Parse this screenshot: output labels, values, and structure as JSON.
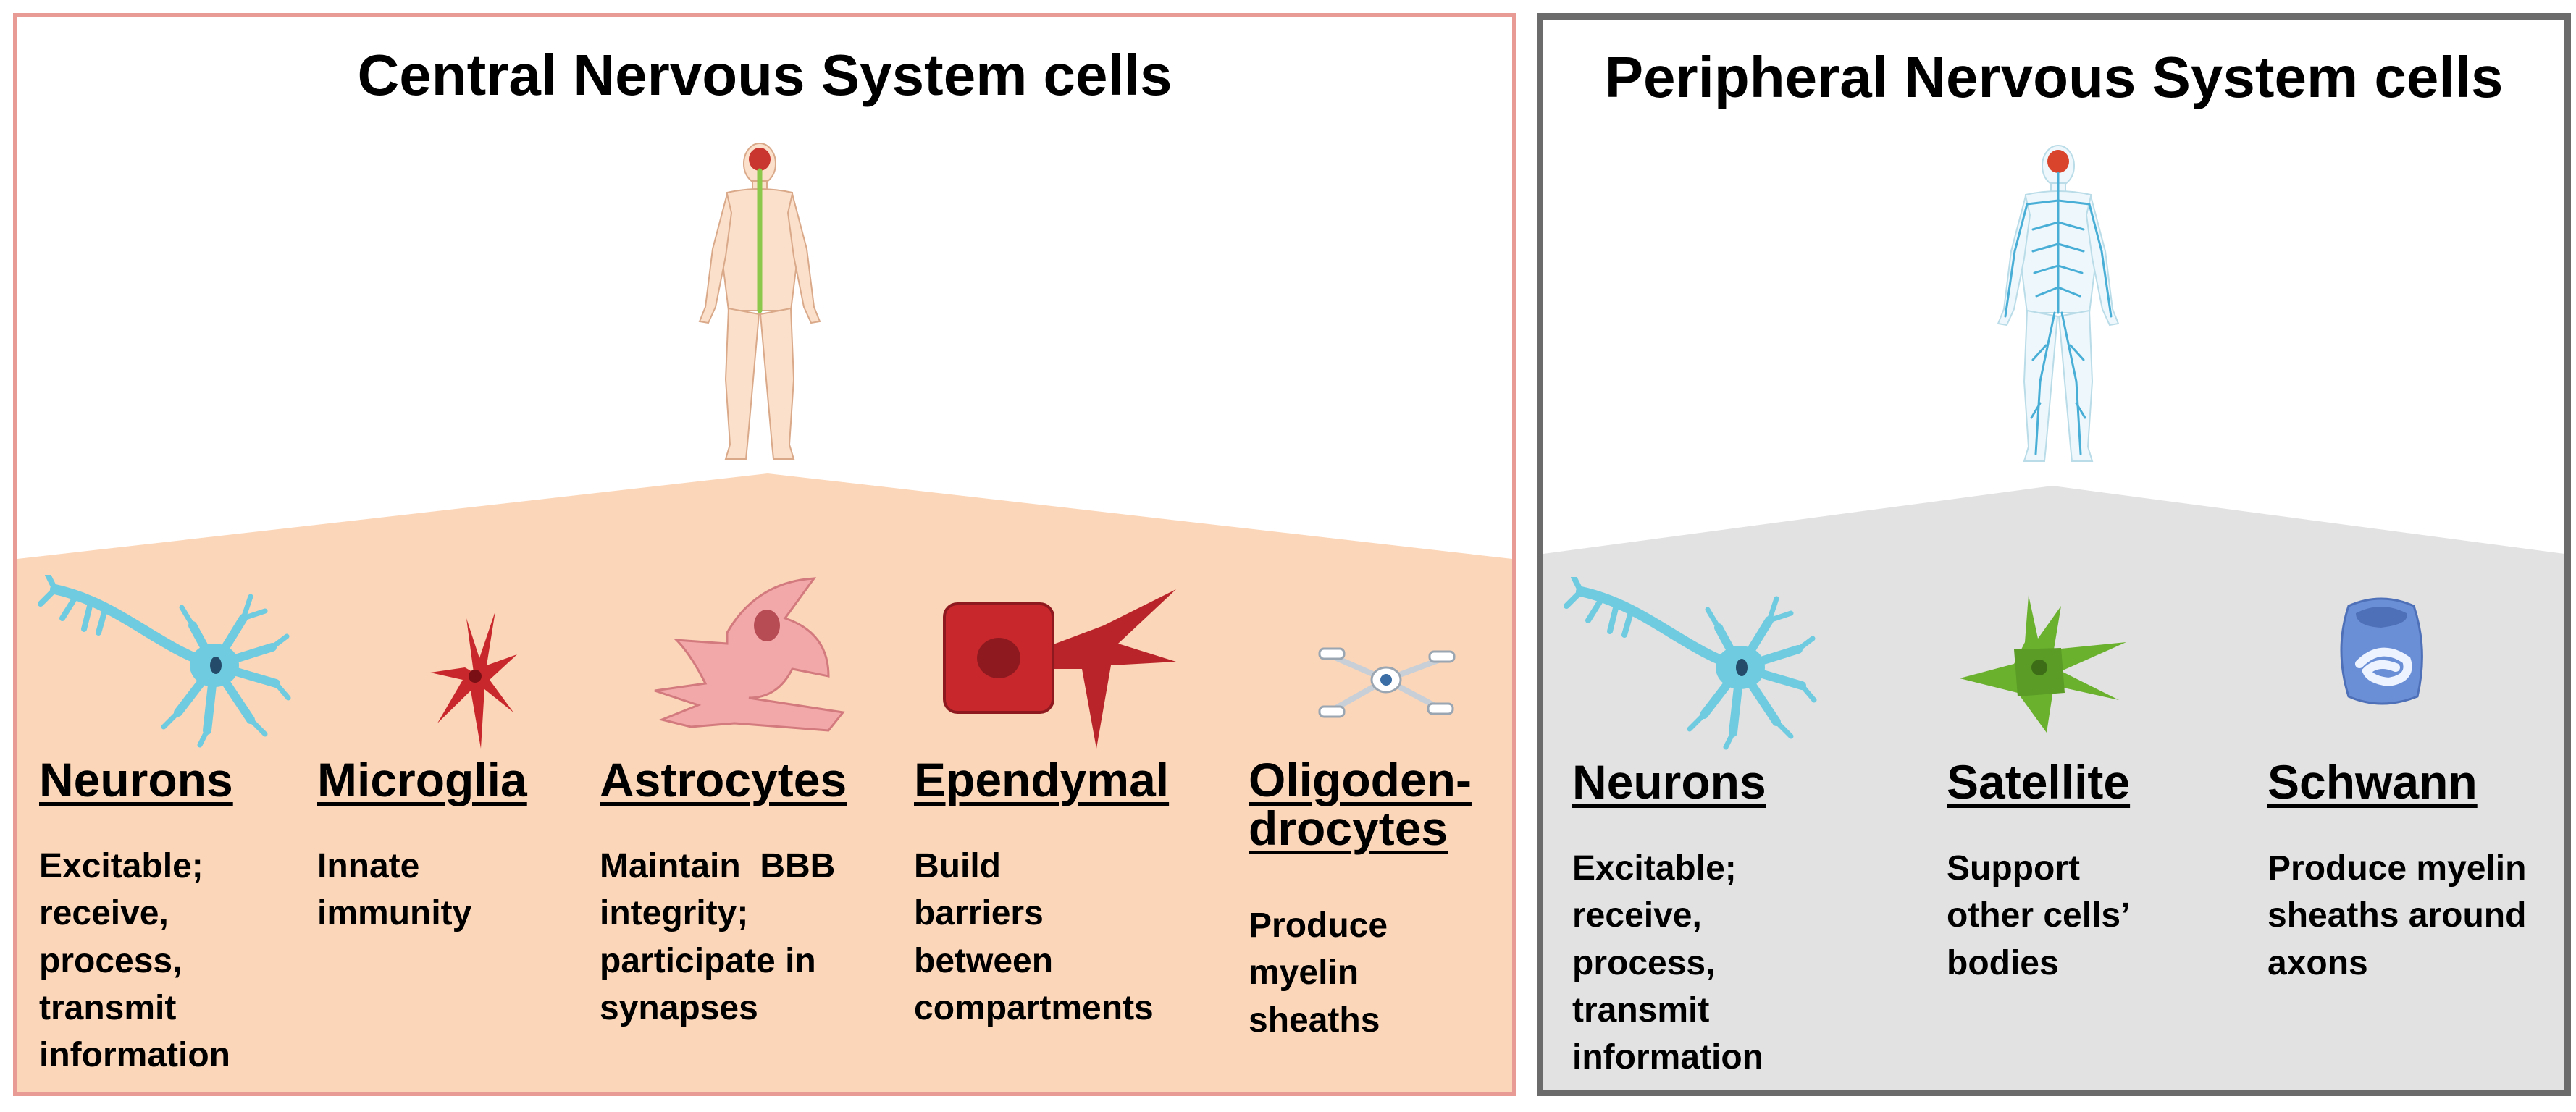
{
  "cns": {
    "title": "Central Nervous System cells",
    "cells": [
      {
        "name": "Neurons",
        "desc": [
          "Excitable;",
          "receive,",
          "process,",
          "transmit",
          "information"
        ],
        "icon": "neuron-icon"
      },
      {
        "name": "Microglia",
        "desc": [
          "Innate",
          "immunity"
        ],
        "icon": "microglia-icon"
      },
      {
        "name": "Astrocytes",
        "desc": [
          "Maintain  BBB",
          "integrity;",
          "participate in",
          "synapses"
        ],
        "icon": "astrocyte-icon"
      },
      {
        "name": "Ependymal",
        "desc": [
          "Build",
          "barriers",
          "between",
          "compartments"
        ],
        "icon": "ependymal-icon"
      },
      {
        "name_lines": [
          "Oligoden-",
          "drocytes"
        ],
        "desc": [
          "Produce",
          "myelin",
          "sheaths"
        ],
        "icon": "oligodendrocyte-icon"
      }
    ]
  },
  "pns": {
    "title": "Peripheral Nervous System cells",
    "cells": [
      {
        "name": "Neurons",
        "desc": [
          "Excitable;",
          "receive,",
          "process,",
          "transmit",
          "information"
        ],
        "icon": "neuron-icon"
      },
      {
        "name": "Satellite",
        "desc": [
          "Support",
          "other cells’",
          "bodies"
        ],
        "icon": "satellite-cell-icon"
      },
      {
        "name": "Schwann",
        "desc": [
          "Produce myelin",
          "sheaths around",
          "axons"
        ],
        "icon": "schwann-cell-icon"
      }
    ]
  },
  "colors": {
    "cns_border": "#e89a94",
    "cns_fill": "#fcd6b8",
    "pns_border": "#6b6b6b",
    "pns_fill": "#e2e2e2",
    "neuron": "#6fcbe0",
    "microglia": "#c8282c",
    "astrocyte": "#f2a7a8",
    "ependymal": "#b8242a",
    "satellite": "#6ab12e",
    "schwann": "#6b8fd6"
  }
}
